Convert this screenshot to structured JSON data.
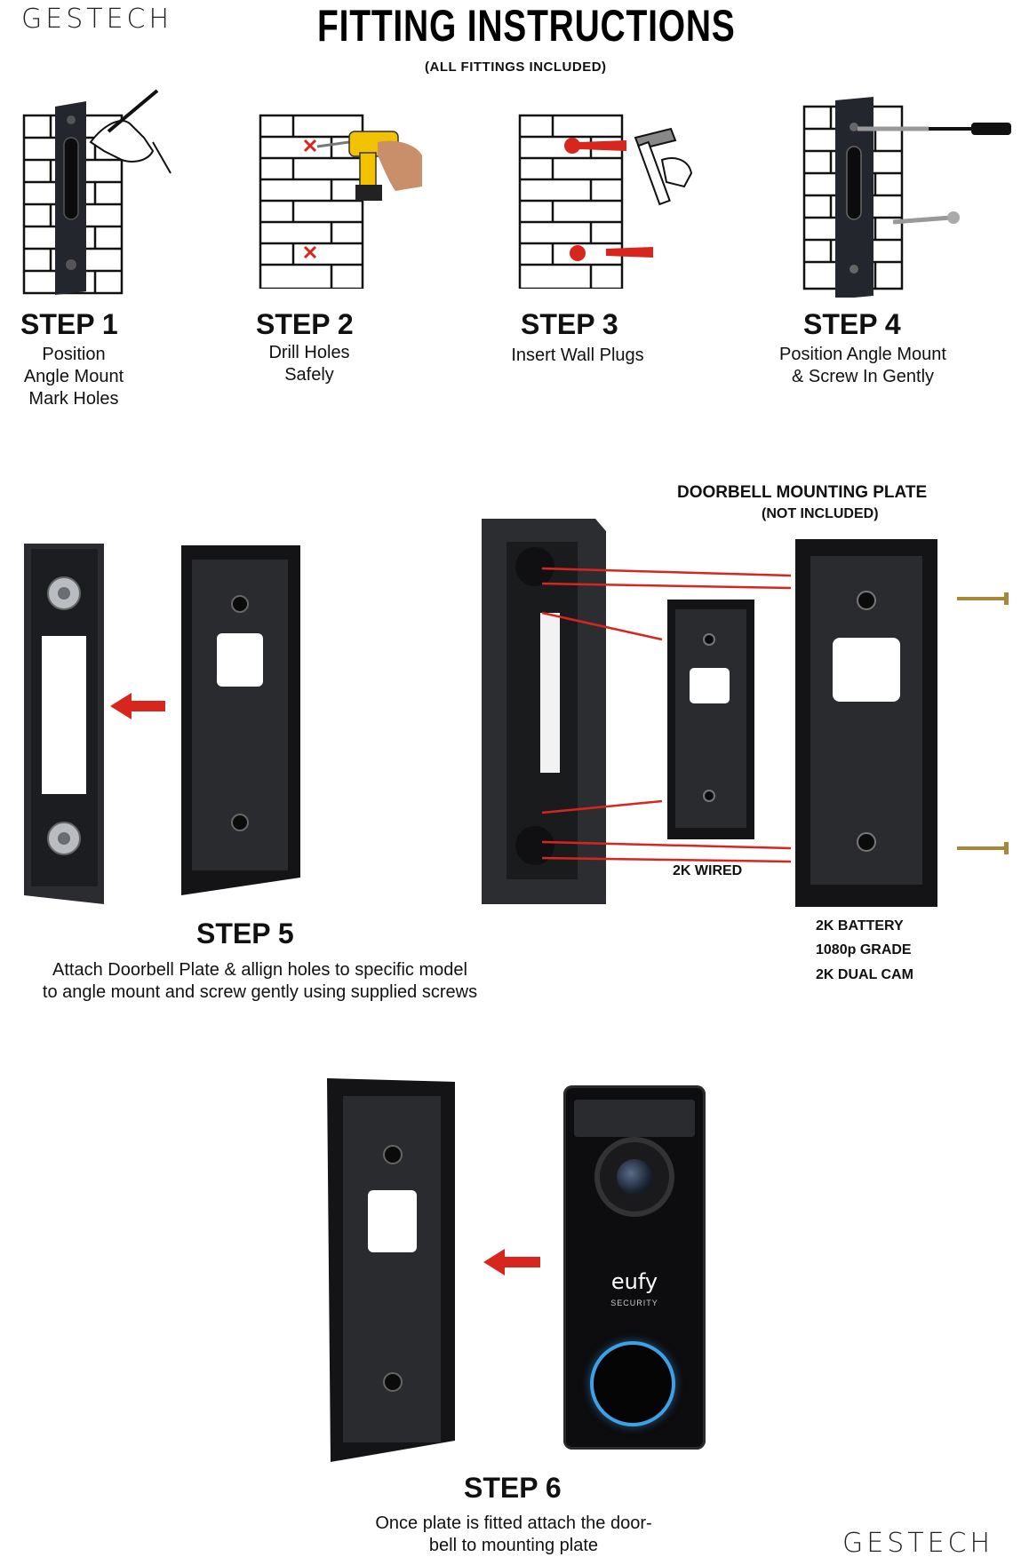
{
  "brand": {
    "top": "GESTECH",
    "bottom": "GESTECH"
  },
  "header": {
    "title": "FITTING INSTRUCTIONS",
    "subtitle": "(ALL FITTINGS INCLUDED)"
  },
  "steps": [
    {
      "title": "STEP 1",
      "lines": [
        "Position",
        "Angle Mount",
        "Mark Holes"
      ]
    },
    {
      "title": "STEP 2",
      "lines": [
        "Drill Holes",
        "Safely"
      ]
    },
    {
      "title": "STEP 3",
      "lines": [
        "Insert Wall Plugs"
      ]
    },
    {
      "title": "STEP 4",
      "lines": [
        "Position Angle Mount",
        "& Screw In Gently"
      ]
    },
    {
      "title": "STEP 5",
      "lines": [
        "Attach Doorbell Plate & allign holes to specific model",
        "to angle mount and screw gently using supplied screws"
      ]
    },
    {
      "title": "STEP 6",
      "lines": [
        "Once plate is fitted attach the door-",
        "bell to mounting plate"
      ]
    }
  ],
  "mounting_plate": {
    "title": "DOORBELL MOUNTING PLATE",
    "note": "(NOT INCLUDED)",
    "wired_label": "2K WIRED",
    "models": [
      "2K BATTERY",
      "1080p GRADE",
      "2K DUAL CAM"
    ]
  },
  "doorbell": {
    "logo": "eufy",
    "logo_sub": "SECURITY"
  },
  "colors": {
    "accent_red": "#d7261e",
    "mount_black": "#1f2023",
    "drill_yellow": "#f2c200"
  }
}
